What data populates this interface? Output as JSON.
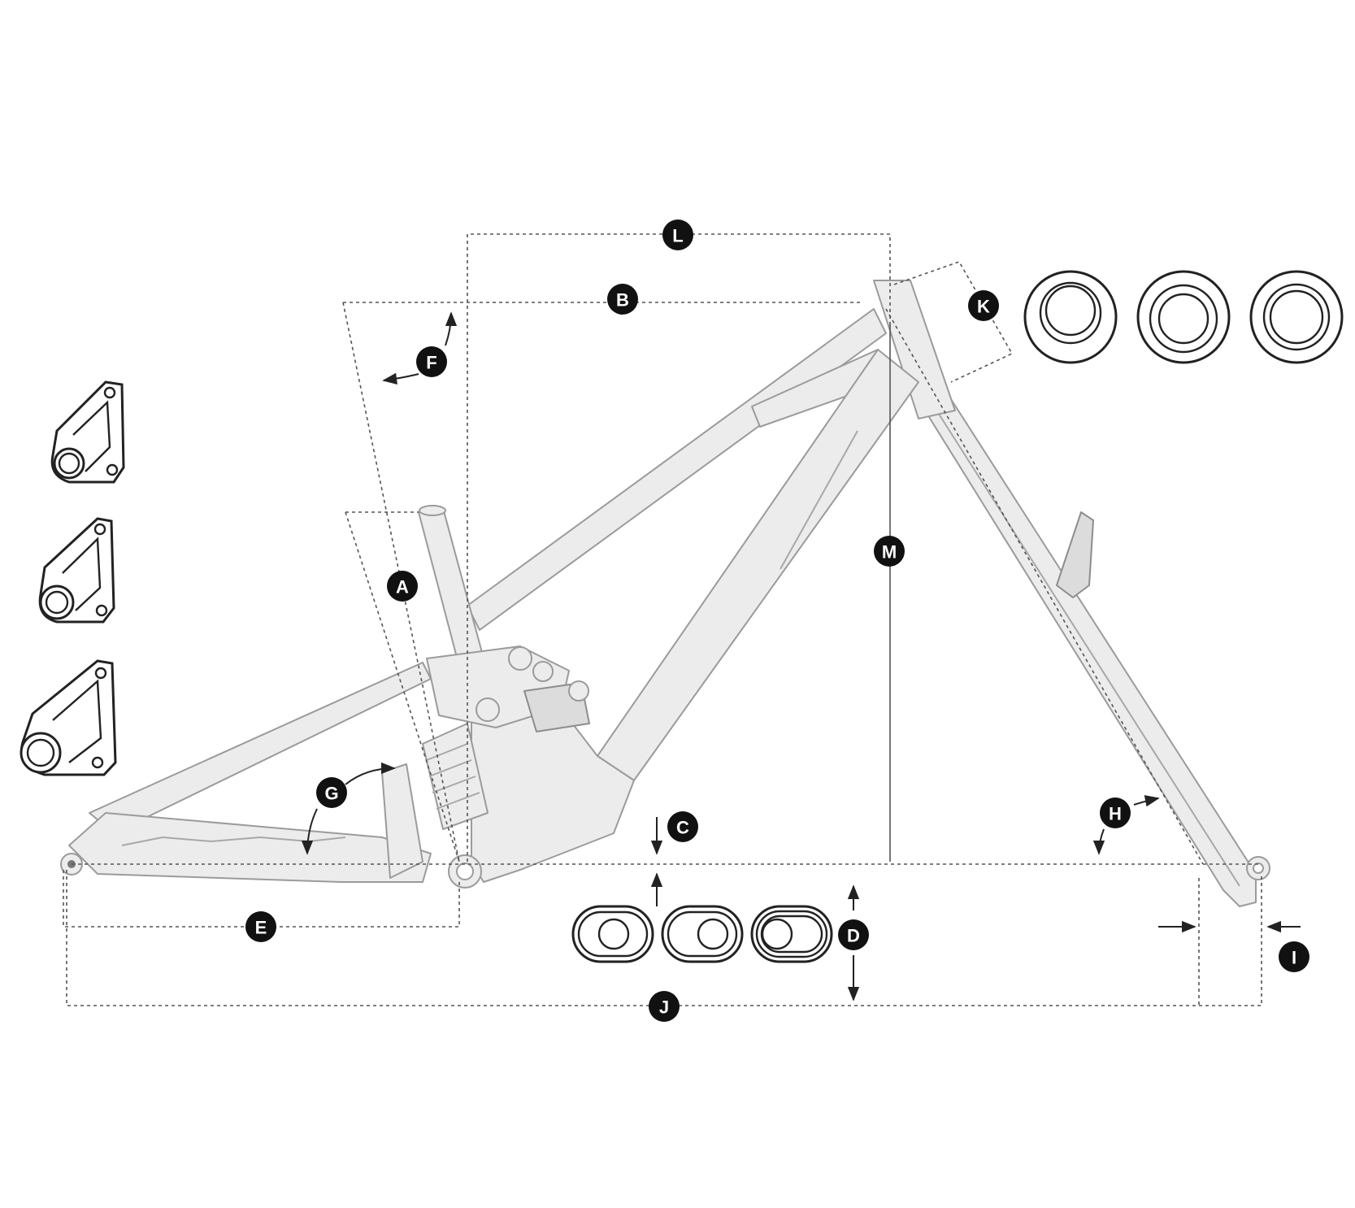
{
  "diagram": {
    "labels": {
      "A": "A",
      "B": "B",
      "C": "C",
      "D": "D",
      "E": "E",
      "F": "F",
      "G": "G",
      "H": "H",
      "I": "I",
      "J": "J",
      "K": "K",
      "L": "L",
      "M": "M"
    },
    "colors": {
      "frame_fill": "#ececec",
      "frame_stroke": "#9b9b9b",
      "dimension_line": "#555555",
      "label_circle": "#111111",
      "label_text": "#ffffff"
    },
    "parts": {
      "dropouts": 3,
      "headset_cups": 3,
      "bb_inserts": 3
    }
  }
}
